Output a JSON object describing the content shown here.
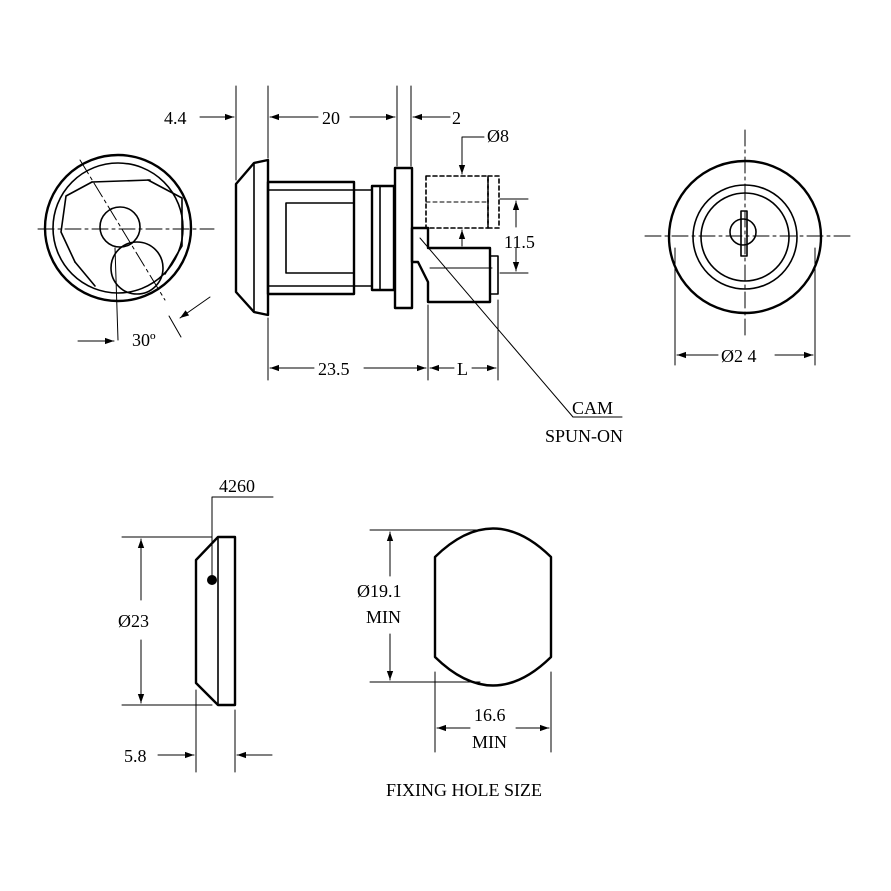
{
  "labels": {
    "dim_44": "4.4",
    "dim_20": "20",
    "dim_2": "2",
    "dim_d8": "Ø8",
    "dim_115": "11.5",
    "dim_235": "23.5",
    "dim_L": "L",
    "dim_30": "30º",
    "cam": "CAM",
    "spun_on": "SPUN-ON",
    "dim_d24": "Ø2 4",
    "part_no": "4260",
    "dim_d23": "Ø23",
    "dim_58": "5.8",
    "dim_d191": "Ø19.1",
    "min_1": "MIN",
    "dim_166": "16.6",
    "min_2": "MIN",
    "fixing_hole": "FIXING HOLE SIZE"
  }
}
